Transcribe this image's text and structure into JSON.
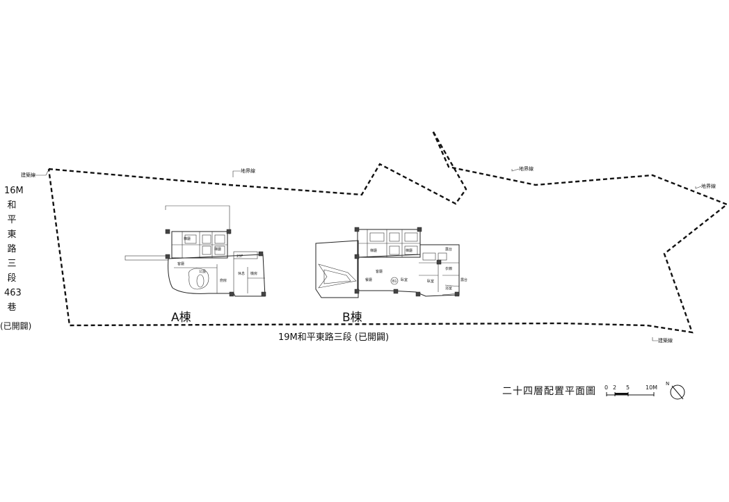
{
  "road_left": {
    "chars": [
      "16M",
      "和",
      "平",
      "東",
      "路",
      "三",
      "段",
      "463",
      "巷"
    ],
    "status": "(已開闢)"
  },
  "road_bottom": "19M和平東路三段 (已開闢)",
  "boundary_labels": {
    "building_line_left": "建築線",
    "lot_line_top": "地界線",
    "lot_line_right_1": "地界線",
    "lot_line_right_2": "地界線",
    "building_line_bottom": "建築線"
  },
  "towers": {
    "a": "A棟",
    "b": "B棟"
  },
  "plan_title": "二十四層配置平面圖",
  "scale_bar": {
    "ticks": [
      "0",
      "2",
      "5",
      "10M"
    ]
  },
  "north_label": "N",
  "colors": {
    "ink": "#111111",
    "background": "#ffffff"
  }
}
